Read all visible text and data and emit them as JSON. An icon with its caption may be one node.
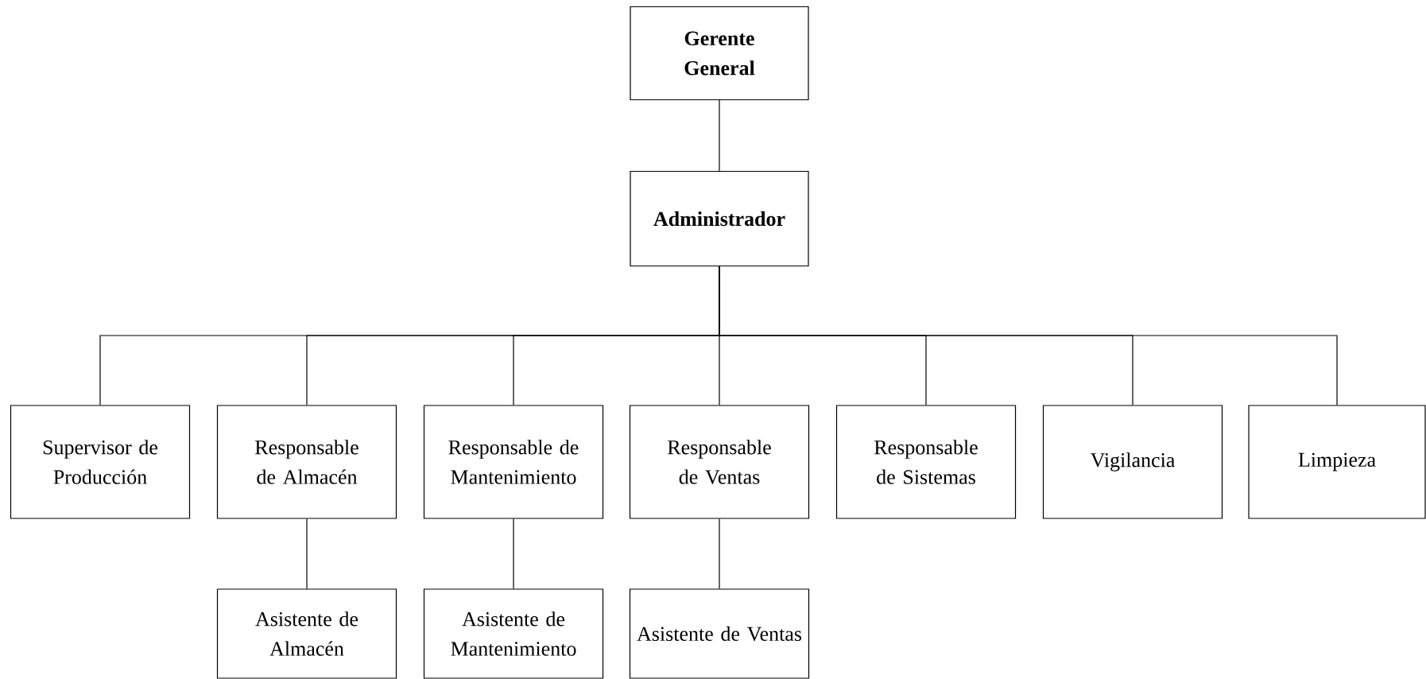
{
  "diagram": {
    "nodes": [
      {
        "text": [
          "Gerente General"
        ]
      },
      {
        "text": [
          "Administrador"
        ]
      },
      {
        "text": [
          "Supervisor de Producción"
        ]
      },
      {
        "text": [
          "Responsable de Almacén"
        ]
      },
      {
        "text": [
          "Responsable de Mantenimiento"
        ]
      },
      {
        "text": [
          "Responsable de Ventas"
        ]
      },
      {
        "text": [
          "Responsable de Sistemas"
        ]
      },
      {
        "text": [
          "Vigilancia"
        ]
      },
      {
        "text": [
          "Limpieza"
        ]
      },
      {
        "text": [
          "Asistente de Almacén"
        ]
      },
      {
        "text": [
          "Asistente de Mantenimiento"
        ]
      },
      {
        "text": [
          "Asistente de Ventas"
        ]
      }
    ],
    "edges": [
      {
        "from": 0,
        "to": 1,
        "arrow": "none"
      },
      {
        "from": 1,
        "to": 2,
        "arrow": "none"
      },
      {
        "from": 1,
        "to": 3,
        "arrow": "none"
      },
      {
        "from": 1,
        "to": 4,
        "arrow": "none"
      },
      {
        "from": 1,
        "to": 5,
        "arrow": "none"
      },
      {
        "from": 1,
        "to": 6,
        "arrow": "none"
      },
      {
        "from": 1,
        "to": 7,
        "arrow": "none"
      },
      {
        "from": 1,
        "to": 8,
        "arrow": "none"
      },
      {
        "from": 3,
        "to": 9,
        "arrow": "none"
      },
      {
        "from": 4,
        "to": 10,
        "arrow": "none"
      },
      {
        "from": 5,
        "to": 11,
        "arrow": "none"
      }
    ]
  }
}
